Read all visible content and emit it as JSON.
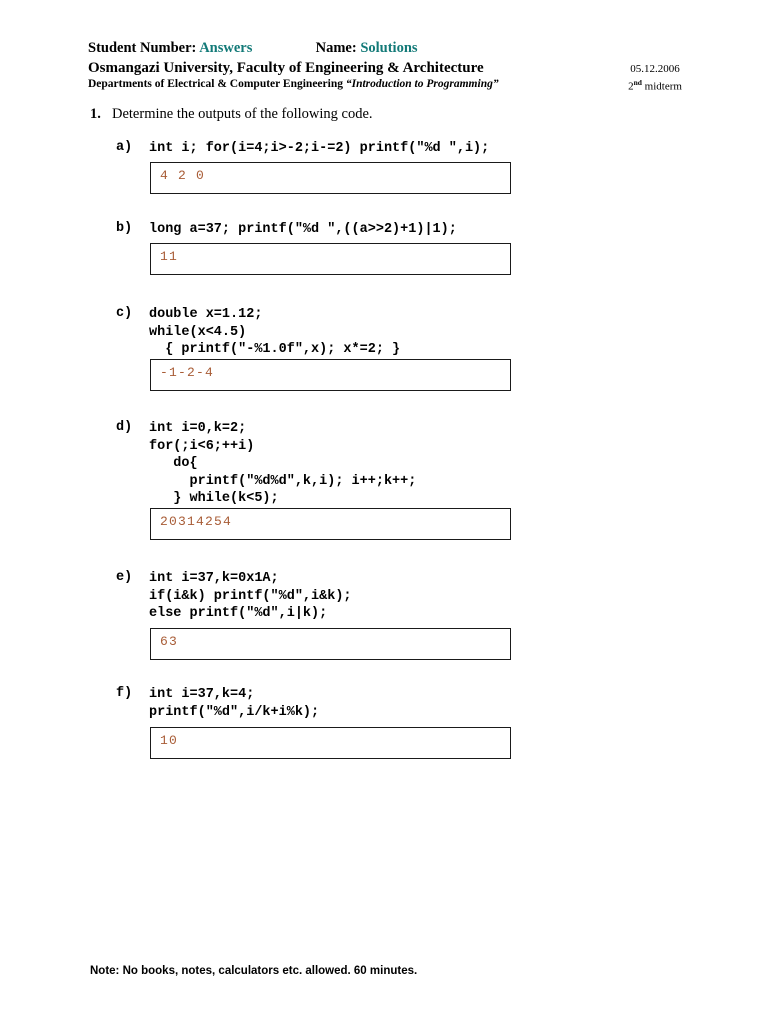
{
  "header": {
    "student_number_label": "Student Number:",
    "student_number_value": "Answers",
    "name_label": "Name:",
    "name_value": "Solutions",
    "university_line": "Osmangazi University, Faculty of Engineering & Architecture",
    "departments_prefix": "Departments of Electrical & Computer Engineering ",
    "course_title": "“Introduction to Programming”",
    "date": "05.12.2006",
    "term_number": "2",
    "term_ordinal": "nd",
    "term_label": " midterm",
    "accent_color": "#137a78"
  },
  "question": {
    "number": "1.",
    "text": "Determine the outputs of the following code."
  },
  "answer_color": "#a85c36",
  "parts": [
    {
      "label": "a)",
      "code": "int i; for(i=4;i>-2;i-=2) printf(\"%d \",i);",
      "answer": "4 2 0"
    },
    {
      "label": "b)",
      "code": "long a=37; printf(\"%d \",((a>>2)+1)|1);",
      "answer": "11"
    },
    {
      "label": "c)",
      "code": "double x=1.12;\nwhile(x<4.5)\n  { printf(\"-%1.0f\",x); x*=2; }",
      "answer": "-1-2-4"
    },
    {
      "label": "d)",
      "code": "int i=0,k=2;\nfor(;i<6;++i)\n   do{\n     printf(\"%d%d\",k,i); i++;k++;\n   } while(k<5);",
      "answer": "20314254"
    },
    {
      "label": "e)",
      "code": "int i=37,k=0x1A;\nif(i&k) printf(\"%d\",i&k);\nelse printf(\"%d\",i|k);",
      "answer": "63"
    },
    {
      "label": "f)",
      "code": "int i=37,k=4;\nprintf(\"%d\",i/k+i%k);",
      "answer": "10"
    }
  ],
  "footer": {
    "note": "Note: No books, notes, calculators etc. allowed. 60 minutes."
  }
}
